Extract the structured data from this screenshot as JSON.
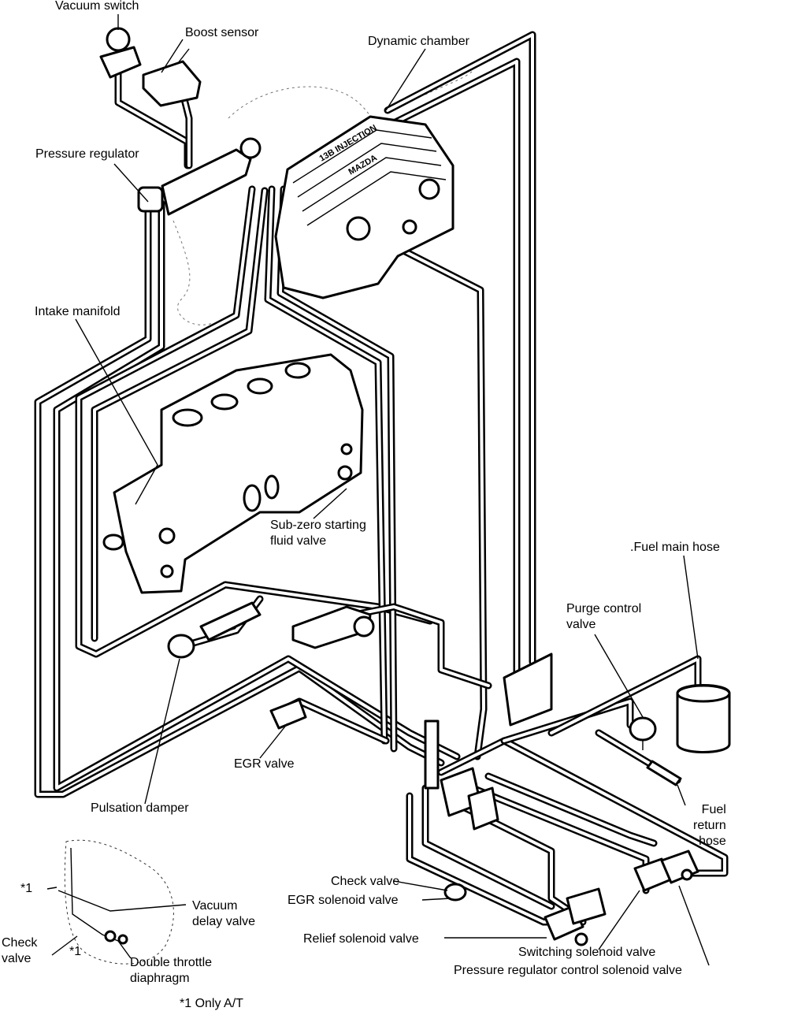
{
  "labels": {
    "vacuum_switch": "Vacuum switch",
    "boost_sensor": "Boost sensor",
    "dynamic_chamber": "Dynamic chamber",
    "pressure_regulator": "Pressure regulator",
    "intake_manifold": "Intake manifold",
    "sub_zero_valve": "Sub-zero starting\nfluid valve",
    "fuel_main_hose": ".Fuel main hose",
    "purge_control_valve": "Purge control\nvalve",
    "egr_valve": "EGR valve",
    "pulsation_damper": "Pulsation damper",
    "fuel_return_hose": "Fuel\nreturn\nhose",
    "check_valve": "Check valve",
    "egr_solenoid_valve": "EGR solenoid valve",
    "relief_solenoid_valve": "Relief solenoid valve",
    "switching_solenoid_valve": "Switching solenoid valve",
    "pressure_regulator_control_solenoid_valve": "Pressure regulator control solenoid valve"
  },
  "inset": {
    "star1_a": "*1",
    "star1_b": "*1",
    "vacuum_delay_valve": "Vacuum\ndelay valve",
    "check_valve": "Check\nvalve",
    "double_throttle_diaphragm": "Double throttle\ndiaphragm",
    "footnote": "*1 Only A/T"
  },
  "chamber_text": "13B INJECTION",
  "chamber_brand": "MAZDA"
}
